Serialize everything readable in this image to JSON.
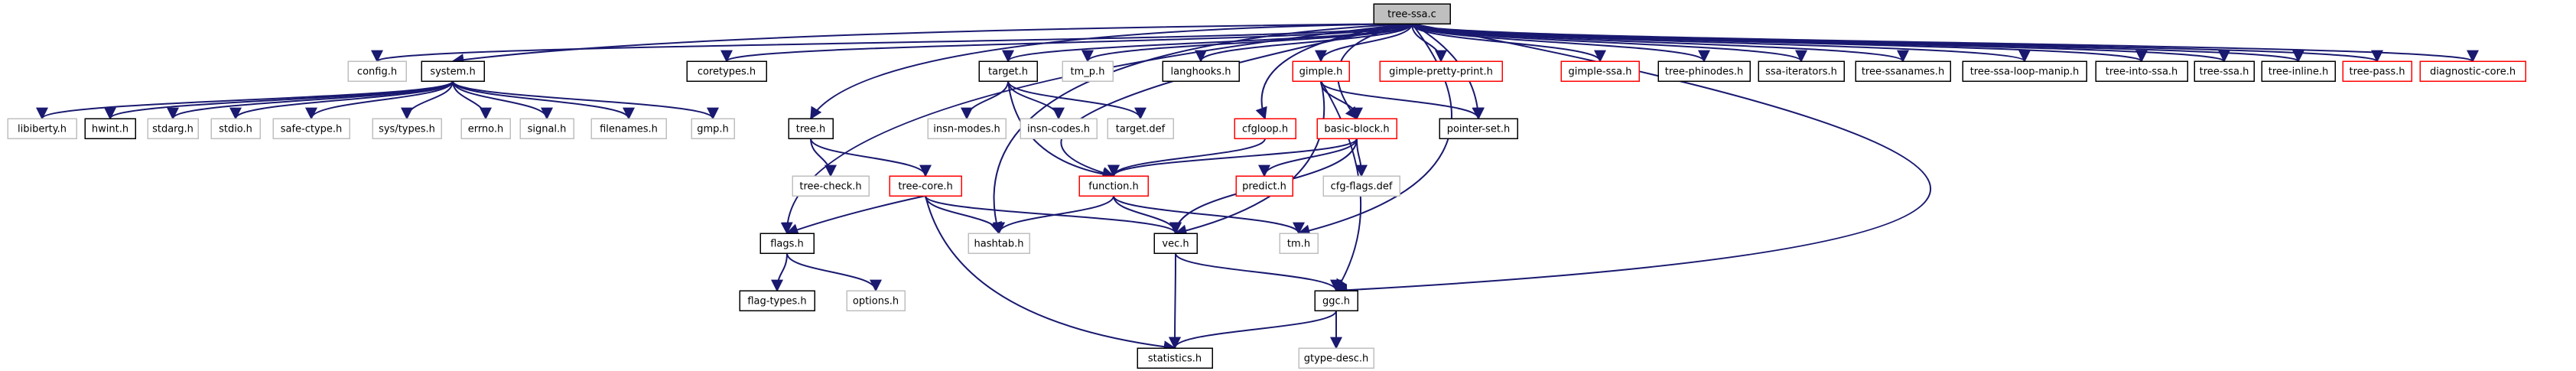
{
  "diagram": {
    "colors": {
      "edge": "#191970",
      "edge_light": "#63b8ff",
      "root_fill": "#bfbfbf",
      "black_border": "#000000",
      "red_border": "#ff0000",
      "grey_border": "#bfbfbf",
      "text": "#000000"
    },
    "nodes": [
      {
        "id": "tree-ssa-c",
        "label": "tree-ssa.c",
        "style": "root"
      },
      {
        "id": "config-h",
        "label": "config.h",
        "style": "grey"
      },
      {
        "id": "system-h",
        "label": "system.h",
        "style": "black"
      },
      {
        "id": "coretypes-h",
        "label": "coretypes.h",
        "style": "black"
      },
      {
        "id": "flags-h",
        "label": "flags.h",
        "style": "black"
      },
      {
        "id": "tree-h",
        "label": "tree.h",
        "style": "black"
      },
      {
        "id": "target-h",
        "label": "target.h",
        "style": "black"
      },
      {
        "id": "tm-p-h",
        "label": "tm_p.h",
        "style": "grey"
      },
      {
        "id": "langhooks-h",
        "label": "langhooks.h",
        "style": "black"
      },
      {
        "id": "gimple-h",
        "label": "gimple.h",
        "style": "red"
      },
      {
        "id": "gimple-pretty-print-h",
        "label": "gimple-pretty-print.h",
        "style": "red"
      },
      {
        "id": "gimple-ssa-h",
        "label": "gimple-ssa.h",
        "style": "red"
      },
      {
        "id": "tree-phinodes-h",
        "label": "tree-phinodes.h",
        "style": "black"
      },
      {
        "id": "ssa-iterators-h",
        "label": "ssa-iterators.h",
        "style": "black"
      },
      {
        "id": "tree-ssanames-h",
        "label": "tree-ssanames.h",
        "style": "black"
      },
      {
        "id": "tree-ssa-loop-manip-h",
        "label": "tree-ssa-loop-manip.h",
        "style": "black"
      },
      {
        "id": "tree-into-ssa-h",
        "label": "tree-into-ssa.h",
        "style": "black"
      },
      {
        "id": "tree-ssa-h",
        "label": "tree-ssa.h",
        "style": "black"
      },
      {
        "id": "tree-inline-h",
        "label": "tree-inline.h",
        "style": "black"
      },
      {
        "id": "tree-pass-h",
        "label": "tree-pass.h",
        "style": "red"
      },
      {
        "id": "diagnostic-core-h",
        "label": "diagnostic-core.h",
        "style": "red"
      },
      {
        "id": "libiberty-h",
        "label": "libiberty.h",
        "style": "grey"
      },
      {
        "id": "hwint-h",
        "label": "hwint.h",
        "style": "black"
      },
      {
        "id": "stdarg-h",
        "label": "stdarg.h",
        "style": "grey"
      },
      {
        "id": "stdio-h",
        "label": "stdio.h",
        "style": "grey"
      },
      {
        "id": "safe-ctype-h",
        "label": "safe-ctype.h",
        "style": "grey"
      },
      {
        "id": "sys-types-h",
        "label": "sys/types.h",
        "style": "grey"
      },
      {
        "id": "errno-h",
        "label": "errno.h",
        "style": "grey"
      },
      {
        "id": "signal-h",
        "label": "signal.h",
        "style": "grey"
      },
      {
        "id": "filenames-h",
        "label": "filenames.h",
        "style": "grey"
      },
      {
        "id": "gmp-h",
        "label": "gmp.h",
        "style": "grey"
      },
      {
        "id": "insn-modes-h",
        "label": "insn-modes.h",
        "style": "grey"
      },
      {
        "id": "insn-codes-h",
        "label": "insn-codes.h",
        "style": "grey"
      },
      {
        "id": "target-def",
        "label": "target.def",
        "style": "grey"
      },
      {
        "id": "cfgloop-h",
        "label": "cfgloop.h",
        "style": "red"
      },
      {
        "id": "basic-block-h",
        "label": "basic-block.h",
        "style": "red"
      },
      {
        "id": "pointer-set-h",
        "label": "pointer-set.h",
        "style": "black"
      },
      {
        "id": "tree-check-h",
        "label": "tree-check.h",
        "style": "grey"
      },
      {
        "id": "tree-core-h",
        "label": "tree-core.h",
        "style": "red"
      },
      {
        "id": "function-h",
        "label": "function.h",
        "style": "red"
      },
      {
        "id": "predict-h",
        "label": "predict.h",
        "style": "red"
      },
      {
        "id": "cfg-flags-def",
        "label": "cfg-flags.def",
        "style": "grey"
      },
      {
        "id": "hashtab-h",
        "label": "hashtab.h",
        "style": "grey"
      },
      {
        "id": "vec-h",
        "label": "vec.h",
        "style": "black"
      },
      {
        "id": "tm-h",
        "label": "tm.h",
        "style": "grey"
      },
      {
        "id": "flag-types-h",
        "label": "flag-types.h",
        "style": "black"
      },
      {
        "id": "options-h",
        "label": "options.h",
        "style": "grey"
      },
      {
        "id": "ggc-h",
        "label": "ggc.h",
        "style": "black"
      },
      {
        "id": "statistics-h",
        "label": "statistics.h",
        "style": "black"
      },
      {
        "id": "gtype-desc-h",
        "label": "gtype-desc.h",
        "style": "grey"
      }
    ],
    "edges": [
      [
        "tree-ssa-c",
        "config-h"
      ],
      [
        "tree-ssa-c",
        "system-h"
      ],
      [
        "tree-ssa-c",
        "coretypes-h"
      ],
      [
        "tree-ssa-c",
        "flags-h"
      ],
      [
        "tree-ssa-c",
        "tree-h"
      ],
      [
        "tree-ssa-c",
        "target-h"
      ],
      [
        "tree-ssa-c",
        "tm-p-h"
      ],
      [
        "tree-ssa-c",
        "langhooks-h"
      ],
      [
        "tree-ssa-c",
        "gimple-h"
      ],
      [
        "tree-ssa-c",
        "gimple-pretty-print-h"
      ],
      [
        "tree-ssa-c",
        "gimple-ssa-h"
      ],
      [
        "tree-ssa-c",
        "tree-phinodes-h"
      ],
      [
        "tree-ssa-c",
        "ssa-iterators-h"
      ],
      [
        "tree-ssa-c",
        "tree-ssanames-h"
      ],
      [
        "tree-ssa-c",
        "tree-ssa-loop-manip-h"
      ],
      [
        "tree-ssa-c",
        "tree-into-ssa-h"
      ],
      [
        "tree-ssa-c",
        "tree-ssa-h"
      ],
      [
        "tree-ssa-c",
        "tree-inline-h"
      ],
      [
        "tree-ssa-c",
        "tree-pass-h"
      ],
      [
        "tree-ssa-c",
        "diagnostic-core-h"
      ],
      [
        "tree-ssa-c",
        "hashtab-h"
      ],
      [
        "tree-ssa-c",
        "function-h"
      ],
      [
        "tree-ssa-c",
        "basic-block-h"
      ],
      [
        "tree-ssa-c",
        "cfgloop-h"
      ],
      [
        "tree-ssa-c",
        "pointer-set-h"
      ],
      [
        "tree-ssa-c",
        "tm-h"
      ],
      [
        "tree-ssa-c",
        "ggc-h"
      ],
      [
        "system-h",
        "libiberty-h"
      ],
      [
        "system-h",
        "hwint-h"
      ],
      [
        "system-h",
        "stdarg-h"
      ],
      [
        "system-h",
        "stdio-h"
      ],
      [
        "system-h",
        "safe-ctype-h"
      ],
      [
        "system-h",
        "sys-types-h"
      ],
      [
        "system-h",
        "errno-h"
      ],
      [
        "system-h",
        "signal-h"
      ],
      [
        "system-h",
        "filenames-h"
      ],
      [
        "system-h",
        "gmp-h"
      ],
      [
        "tree-h",
        "tree-check-h"
      ],
      [
        "tree-h",
        "tree-core-h"
      ],
      [
        "tree-core-h",
        "flags-h"
      ],
      [
        "tree-core-h",
        "hashtab-h"
      ],
      [
        "tree-core-h",
        "vec-h"
      ],
      [
        "tree-core-h",
        "statistics-h"
      ],
      [
        "flags-h",
        "flag-types-h"
      ],
      [
        "flags-h",
        "options-h"
      ],
      [
        "target-h",
        "insn-modes-h"
      ],
      [
        "target-h",
        "insn-codes-h"
      ],
      [
        "target-h",
        "target-def"
      ],
      [
        "target-h",
        "function-h"
      ],
      [
        "gimple-h",
        "basic-block-h"
      ],
      [
        "gimple-h",
        "pointer-set-h"
      ],
      [
        "gimple-h",
        "vec-h"
      ],
      [
        "gimple-h",
        "ggc-h"
      ],
      [
        "cfgloop-h",
        "function-h"
      ],
      [
        "basic-block-h",
        "predict-h"
      ],
      [
        "basic-block-h",
        "cfg-flags-def"
      ],
      [
        "basic-block-h",
        "function-h"
      ],
      [
        "basic-block-h",
        "vec-h"
      ],
      [
        "function-h",
        "hashtab-h"
      ],
      [
        "function-h",
        "vec-h"
      ],
      [
        "function-h",
        "tm-h"
      ],
      [
        "vec-h",
        "statistics-h"
      ],
      [
        "vec-h",
        "ggc-h"
      ],
      [
        "ggc-h",
        "statistics-h"
      ],
      [
        "ggc-h",
        "gtype-desc-h"
      ]
    ]
  }
}
